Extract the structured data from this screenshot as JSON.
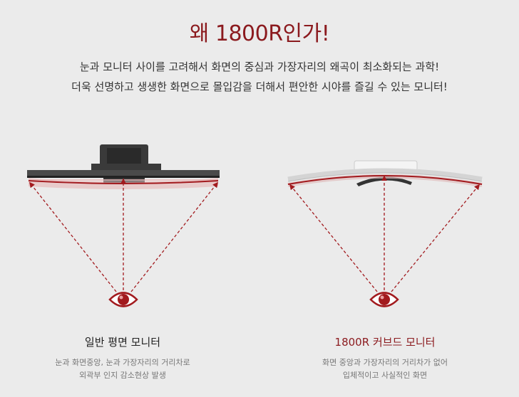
{
  "header": {
    "title": "왜 1800R인가!",
    "desc_line1": "눈과 모니터 사이를 고려해서 화면의 중심과 가장자리의 왜곡이 최소화되는 과학!",
    "desc_line2": "더욱 선명하고 생생한 화면으로 몰입감을 더해서 편안한 시야를 즐길 수 있는 모니터!"
  },
  "left": {
    "title": "일반 평면 모니터",
    "desc_line1": "눈과 화면중앙, 눈과 가장자리의 거리차로",
    "desc_line2": "외곽부 인지 감소현상 발생"
  },
  "right": {
    "title": "1800R 커브드 모니터",
    "desc_line1": "화면 중앙과 가장자리의 거리차가 없어",
    "desc_line2": "입체적이고 사실적인 화면"
  },
  "colors": {
    "accent": "#8b1a1e",
    "background": "#ebebeb"
  }
}
